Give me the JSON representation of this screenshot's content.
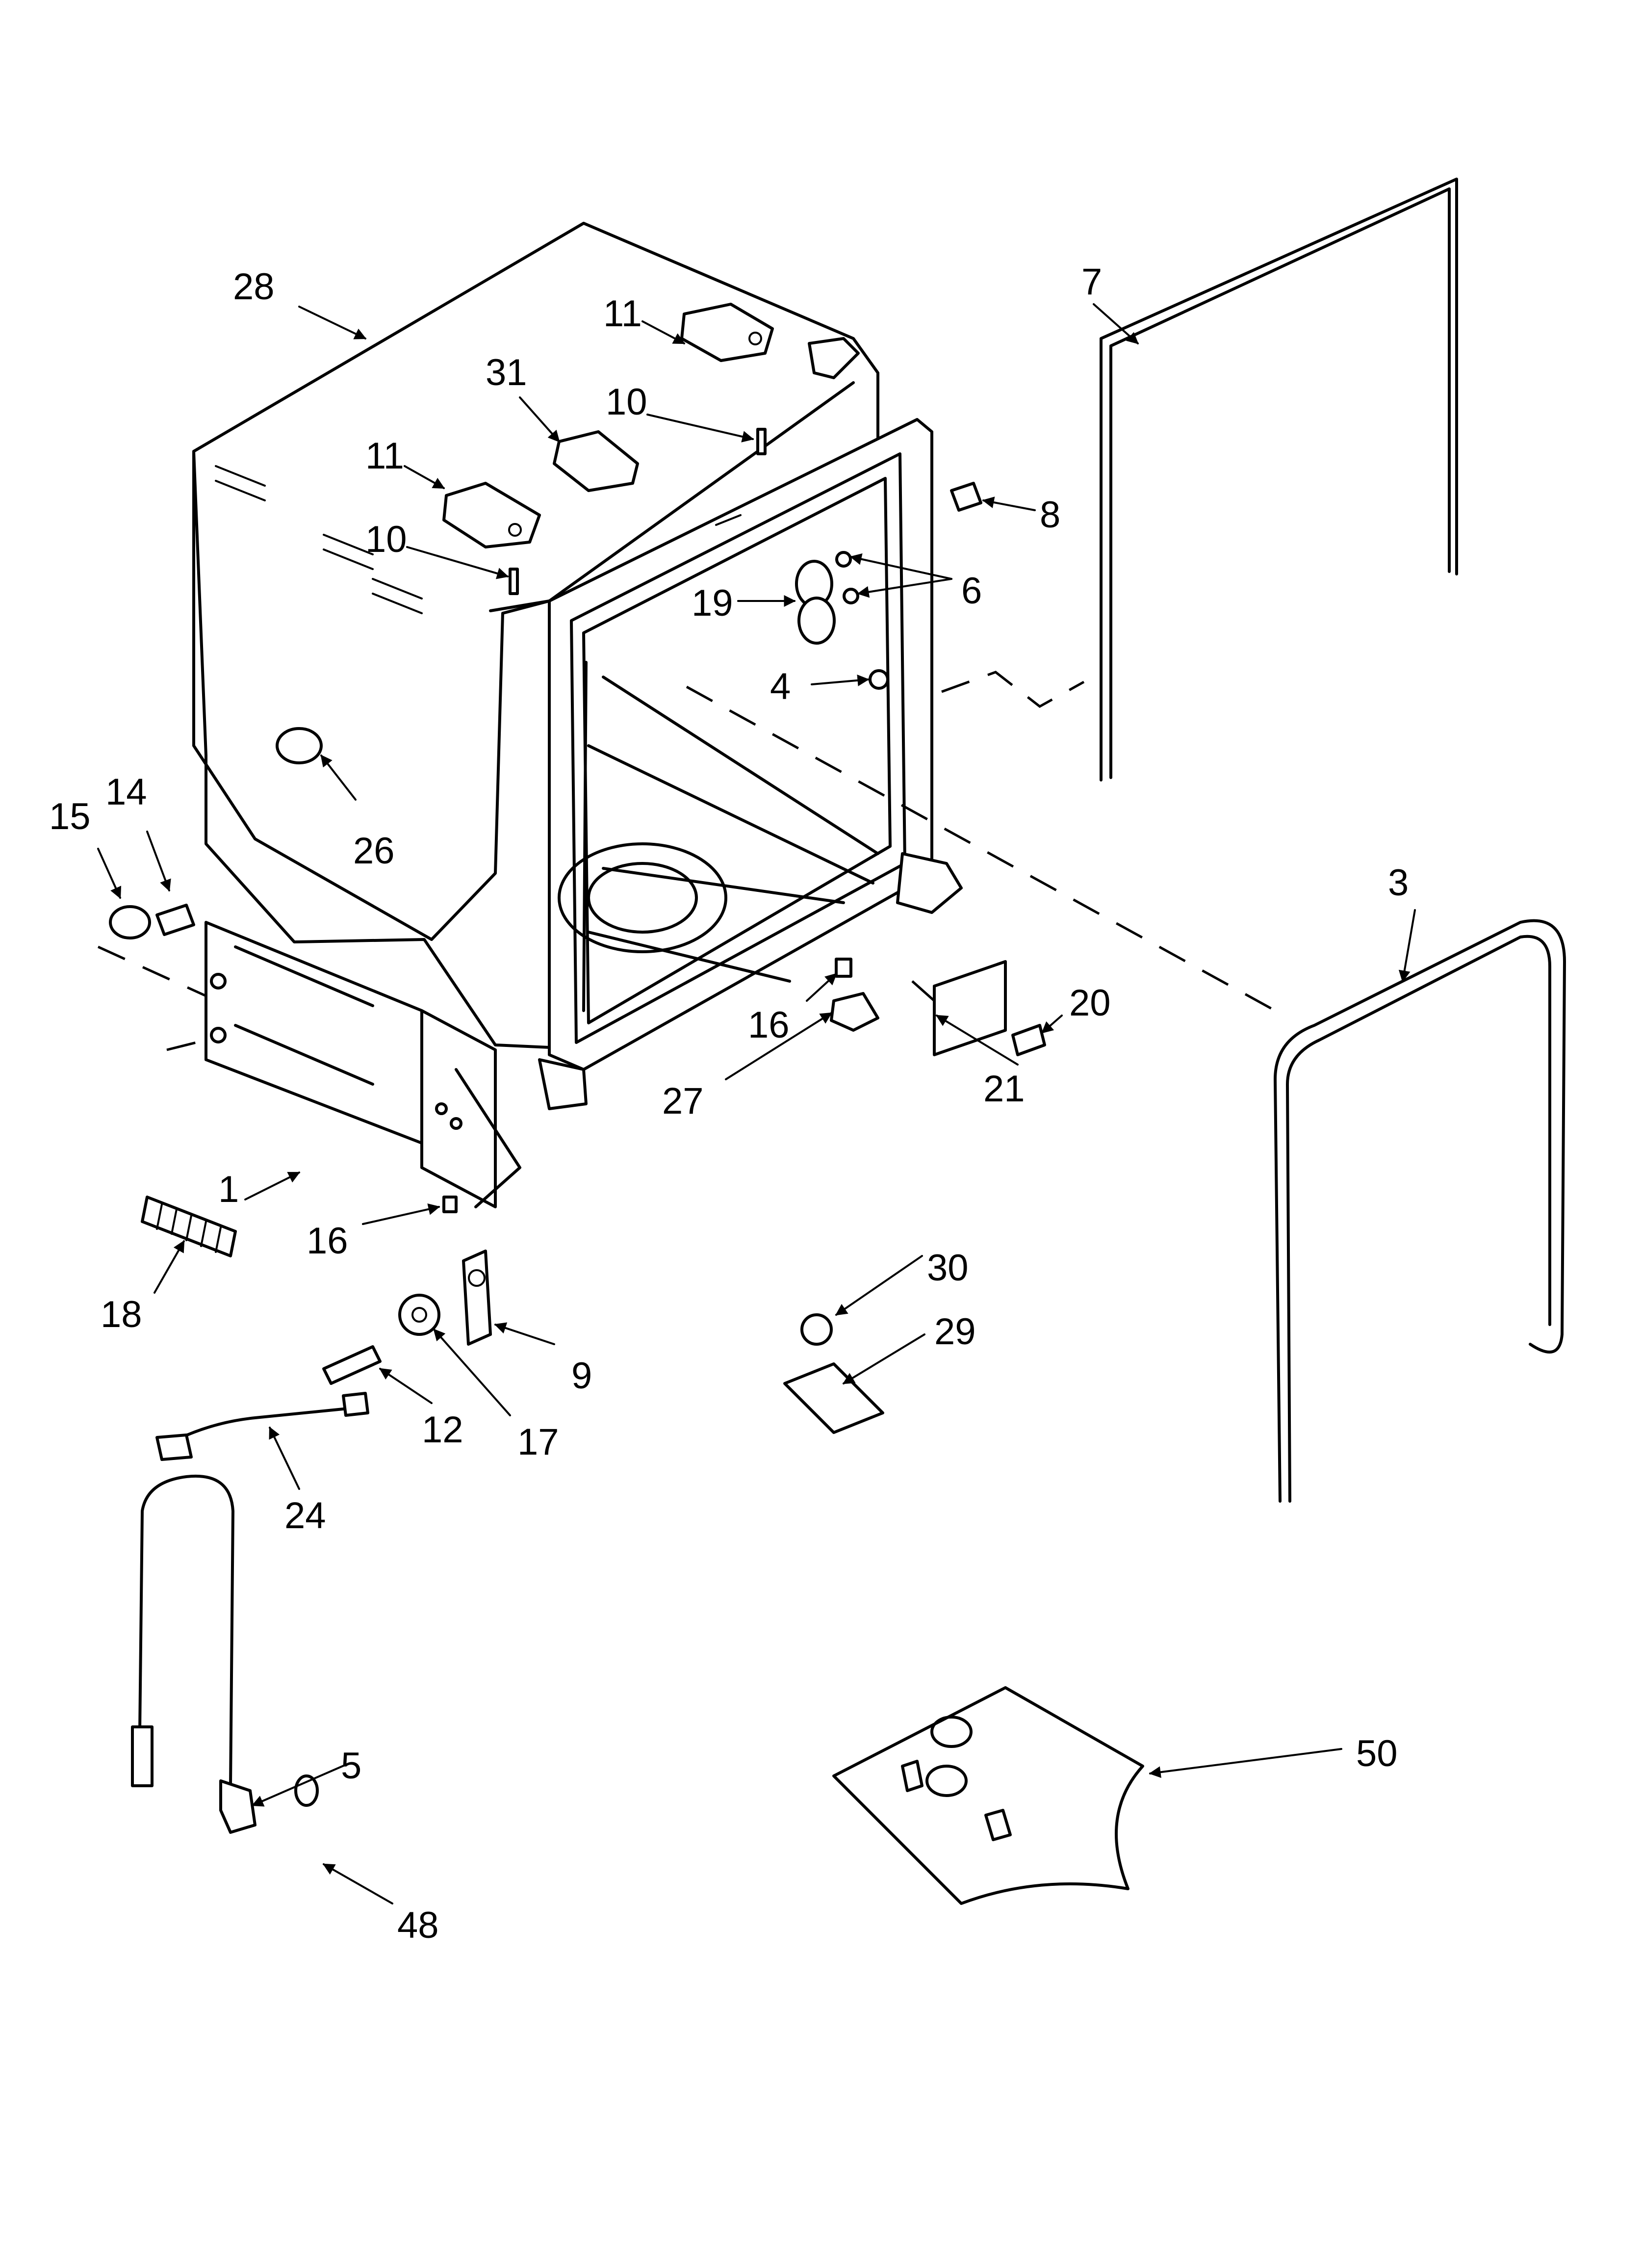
{
  "callouts": [
    {
      "label": "28"
    },
    {
      "label": "11"
    },
    {
      "label": "31"
    },
    {
      "label": "10"
    },
    {
      "label": "11"
    },
    {
      "label": "10"
    },
    {
      "label": "7"
    },
    {
      "label": "8"
    },
    {
      "label": "6"
    },
    {
      "label": "19"
    },
    {
      "label": "4"
    },
    {
      "label": "26"
    },
    {
      "label": "15"
    },
    {
      "label": "14"
    },
    {
      "label": "3"
    },
    {
      "label": "20"
    },
    {
      "label": "16"
    },
    {
      "label": "21"
    },
    {
      "label": "27"
    },
    {
      "label": "1"
    },
    {
      "label": "16"
    },
    {
      "label": "18"
    },
    {
      "label": "30"
    },
    {
      "label": "29"
    },
    {
      "label": "9"
    },
    {
      "label": "12"
    },
    {
      "label": "17"
    },
    {
      "label": "24"
    },
    {
      "label": "5"
    },
    {
      "label": "50"
    },
    {
      "label": "48"
    }
  ]
}
